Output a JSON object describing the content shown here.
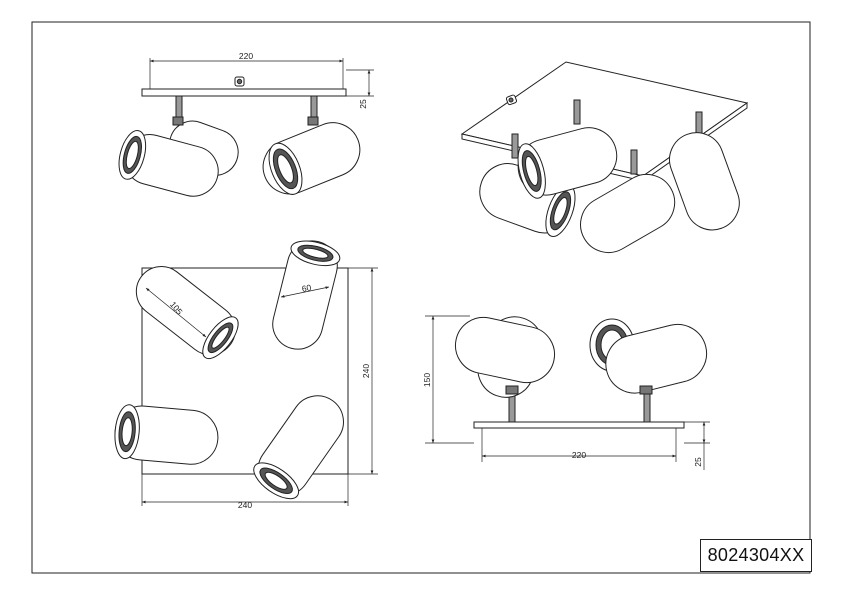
{
  "product_code": "8024304XX",
  "dimensions": {
    "front_width": "220",
    "front_plate_height": "25",
    "top_width": "240",
    "top_height": "240",
    "spot_length": "105",
    "spot_diameter": "60",
    "side_total_height": "150",
    "side_width": "220",
    "side_plate_height": "25"
  }
}
